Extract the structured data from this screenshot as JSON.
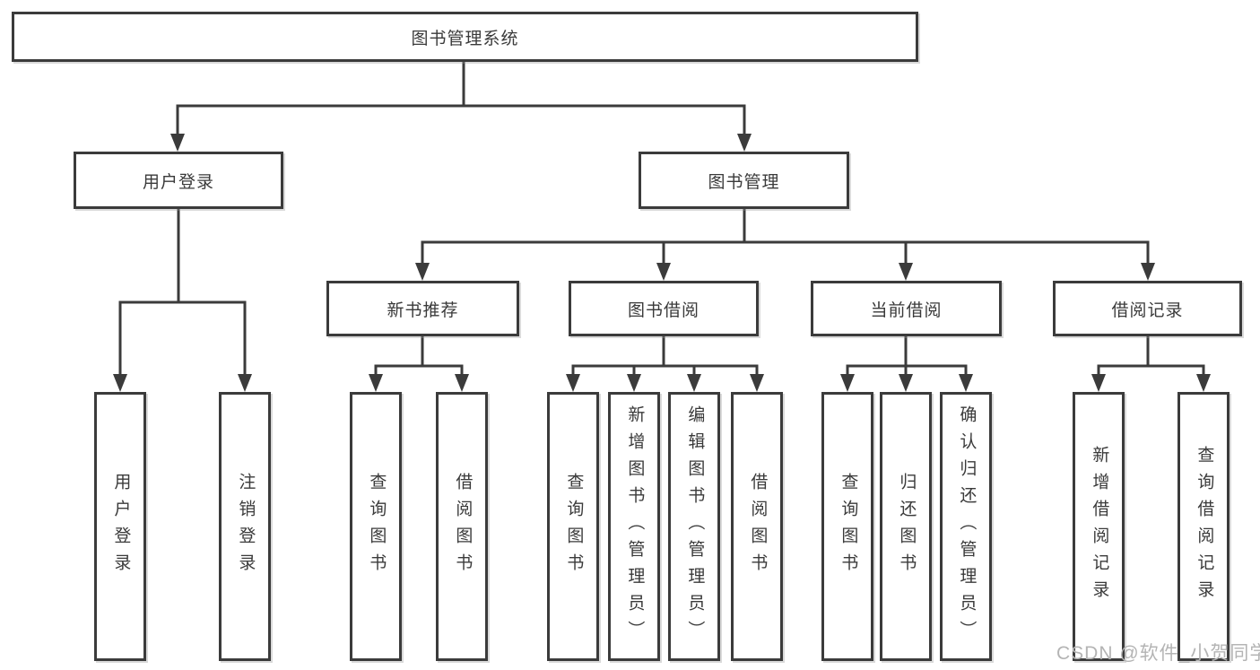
{
  "diagram": {
    "title": "图书管理系统",
    "root": {
      "label": "图书管理系统"
    },
    "branches": [
      {
        "label": "用户登录",
        "children": [
          {
            "label": "用户登录"
          },
          {
            "label": "注销登录"
          }
        ]
      },
      {
        "label": "图书管理",
        "sections": [
          {
            "label": "新书推荐",
            "children": [
              {
                "label": "查询图书"
              },
              {
                "label": "借阅图书"
              }
            ]
          },
          {
            "label": "图书借阅",
            "children": [
              {
                "label": "查询图书"
              },
              {
                "label": "新增图书（管理员）"
              },
              {
                "label": "编辑图书（管理员）"
              },
              {
                "label": "借阅图书"
              }
            ]
          },
          {
            "label": "当前借阅",
            "children": [
              {
                "label": "查询图书"
              },
              {
                "label": "归还图书"
              },
              {
                "label": "确认归还（管理员）"
              }
            ]
          },
          {
            "label": "借阅记录",
            "children": [
              {
                "label": "新增借阅记录"
              },
              {
                "label": "查询借阅记录"
              }
            ]
          }
        ]
      }
    ],
    "colors": {
      "line": "#3b3b3b",
      "box_border": "#3b3b3b",
      "box_fill": "#ffffff",
      "text": "#3a3a3a",
      "background": "#ffffff",
      "watermark": "#b4b4b4"
    }
  },
  "watermark": {
    "text": "CSDN @软件_小贺同学"
  }
}
